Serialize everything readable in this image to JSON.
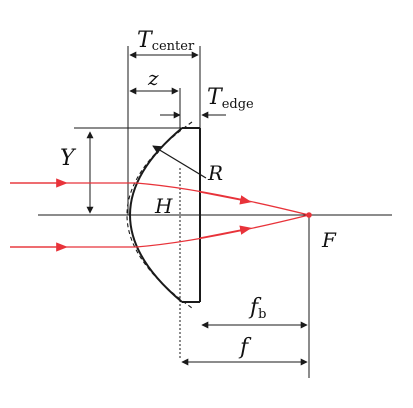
{
  "labels": {
    "t_center": "T",
    "t_center_sub": "center",
    "t_edge": "T",
    "t_edge_sub": "edge",
    "z": "z",
    "y": "Y",
    "r": "R",
    "h": "H",
    "f_focal_point": "F",
    "f_b": "f",
    "f_b_sub": "b",
    "f": "f"
  },
  "colors": {
    "ray": "#e8333a",
    "line": "#1a1a1a"
  }
}
